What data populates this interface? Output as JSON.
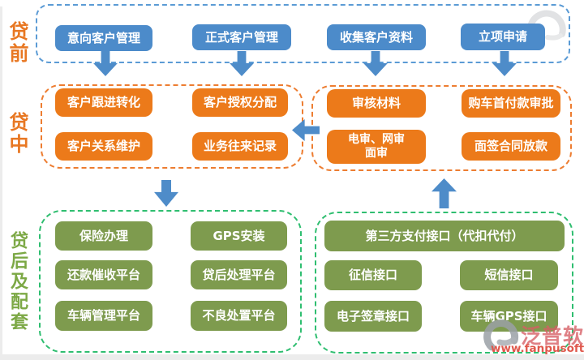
{
  "colors": {
    "node_blue": "#4C8BCA",
    "node_orange": "#EC7A1A",
    "node_green": "#7E9B4E",
    "border_blue": "#5B9BD5",
    "border_orange": "#ED7D31",
    "border_green": "#2FBE70",
    "label_orange": "#E87722",
    "label_green": "#7CA845",
    "arrow_blue": "#4E8CC9",
    "watermark_red": "#E0584C"
  },
  "stages": {
    "pre": {
      "label": "贷前",
      "items": [
        "意向客户管理",
        "正式客户管理",
        "收集客户资料",
        "立项申请"
      ]
    },
    "mid": {
      "label": "贷中",
      "left_items": [
        "客户跟进转化",
        "客户授权分配",
        "客户关系维护",
        "业务往来记录"
      ],
      "right_items": [
        "审核材料",
        "购车首付款审批",
        "电审、网审\n面审",
        "面签合同放款"
      ]
    },
    "post": {
      "label": "贷后及配套",
      "left_items": [
        "保险办理",
        "GPS安装",
        "还款催收平台",
        "贷后处理平台",
        "车辆管理平台",
        "不良处置平台"
      ],
      "right_wide_item": "第三方支付接口（代扣代付）",
      "right_items": [
        "征信接口",
        "短信接口",
        "电子签章接口",
        "车辆GPS接口"
      ]
    }
  },
  "watermark": {
    "brand": "泛普软件",
    "url": "www.fanpusoft.com"
  }
}
